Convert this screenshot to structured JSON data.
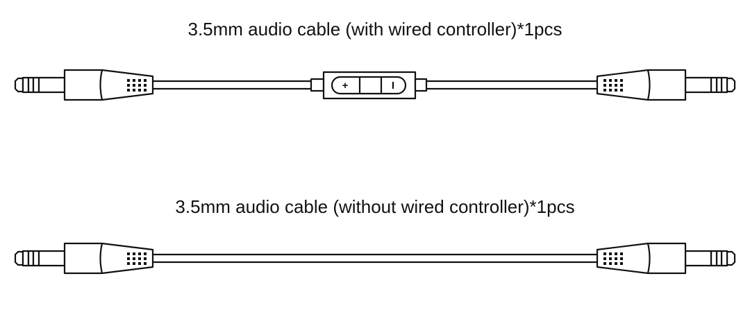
{
  "cables": [
    {
      "caption": "3.5mm audio cable (with wired controller)*1pcs",
      "has_controller": true,
      "controller": {
        "plus_label": "+",
        "minus_label": "I"
      }
    },
    {
      "caption": "3.5mm audio cable (without wired controller)*1pcs",
      "has_controller": false
    }
  ]
}
